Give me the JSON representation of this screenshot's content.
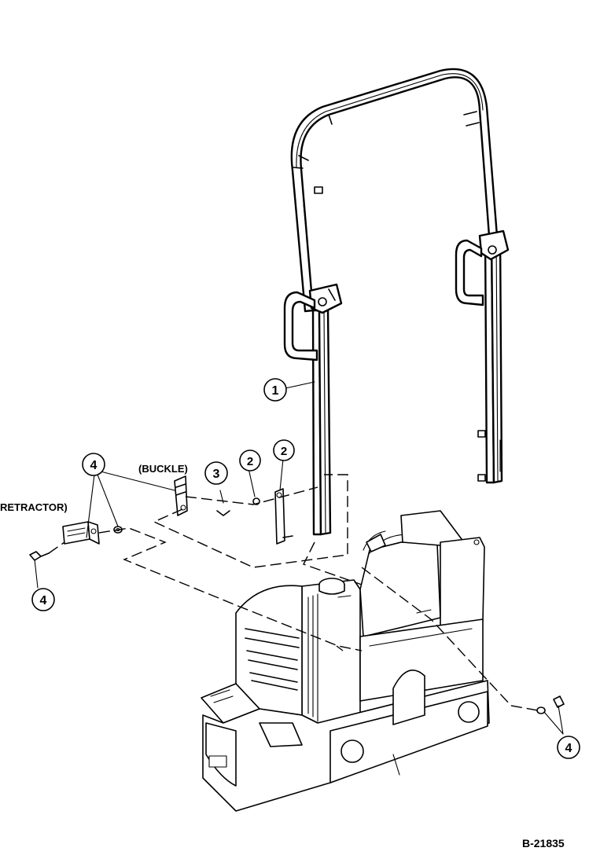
{
  "labels": {
    "buckle": "(BUCKLE)",
    "retractor": "RETRACTOR)",
    "figure_id": "B-21835"
  },
  "callouts": {
    "c1": "1",
    "c2a": "2",
    "c2b": "2",
    "c3": "3",
    "c4_left_top": "4",
    "c4_left_bottom": "4",
    "c4_right": "4"
  }
}
